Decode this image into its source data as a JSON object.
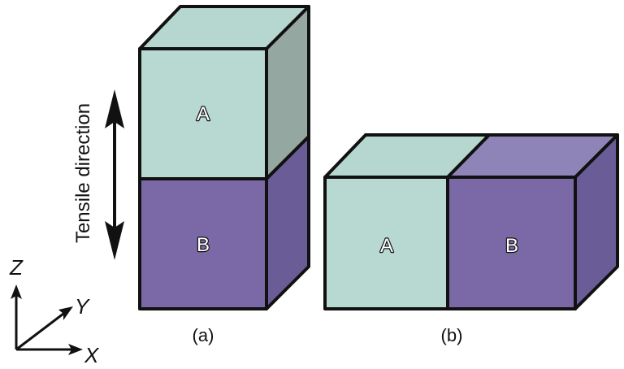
{
  "diagram": {
    "panel_a": {
      "caption": "(a)",
      "top_block_label": "A",
      "bottom_block_label": "B"
    },
    "panel_b": {
      "caption": "(b)",
      "left_block_label": "A",
      "right_block_label": "B"
    },
    "tensile_label": "Tensile direction",
    "axes": {
      "z": "Z",
      "y": "Y",
      "x": "X"
    }
  },
  "colors": {
    "a_front": "#b7d9d2",
    "a_top": "#b5d7cf",
    "a_side": "#95a7a1",
    "b_front": "#7a69a6",
    "b_top": "#8f84b7",
    "b_side": "#6a5c96",
    "outline": "#111111"
  }
}
